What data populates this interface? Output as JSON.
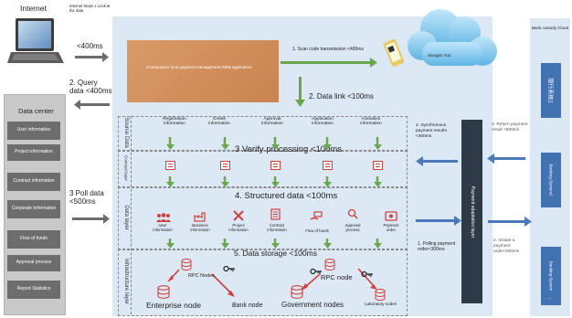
{
  "internet": {
    "title": "Internet",
    "steps_note": "Internet Steps 1 Look at the data",
    "latency": "<400ms",
    "query": "2. Query data <400ms"
  },
  "data_center": {
    "title": "Data center",
    "items": [
      "User information",
      "Project information",
      "Contract information",
      "Corporate information",
      "Flow of funds",
      "Approval process",
      "Report Statistics"
    ]
  },
  "poll": "3 Poll data <500ms",
  "web_app": "Construction fund payment management WEB application",
  "scan": "1. Scan code transmission <400ms",
  "cloud_label": "Xiongan Yun",
  "data_link": "2. Data link <100ms",
  "layers": {
    "source": "Source Data",
    "contract": "Contract layer",
    "data": "Data layer",
    "infra": "Infrastructure layer"
  },
  "source_items": [
    "Registration information",
    "Create information",
    "Approval information",
    "Application information",
    "Activation information"
  ],
  "verify": "3 Verify processing <100ms",
  "structured": "4. Structured data <100ms",
  "data_items": [
    "User information",
    "Business information",
    "Project information",
    "Contract information",
    "Flow of funds",
    "Approval process",
    "Payment order"
  ],
  "storage": "5. Data storage <100ms",
  "infra_labels": {
    "rpc1": "RPC Nodes",
    "rpc2": "RPC node",
    "enterprise": "Enterprise node",
    "bank": "Bank node",
    "government": "Government nodes",
    "laboratory": "Laboratory nodes"
  },
  "payment_layer": "Payment adaptation layer",
  "sync": "4. Synchronous payment results <300ms",
  "polling": "1. Polling payment order<300ms",
  "return": "3. Return payment result <500ms",
  "initiate": "2. Initiate a payment order<500ms",
  "bank_cloud": "Bank custody Cloud",
  "bank_systems": [
    "银行系统1",
    "Banking System2",
    "Banking System"
  ],
  "ellipsis": "..."
}
